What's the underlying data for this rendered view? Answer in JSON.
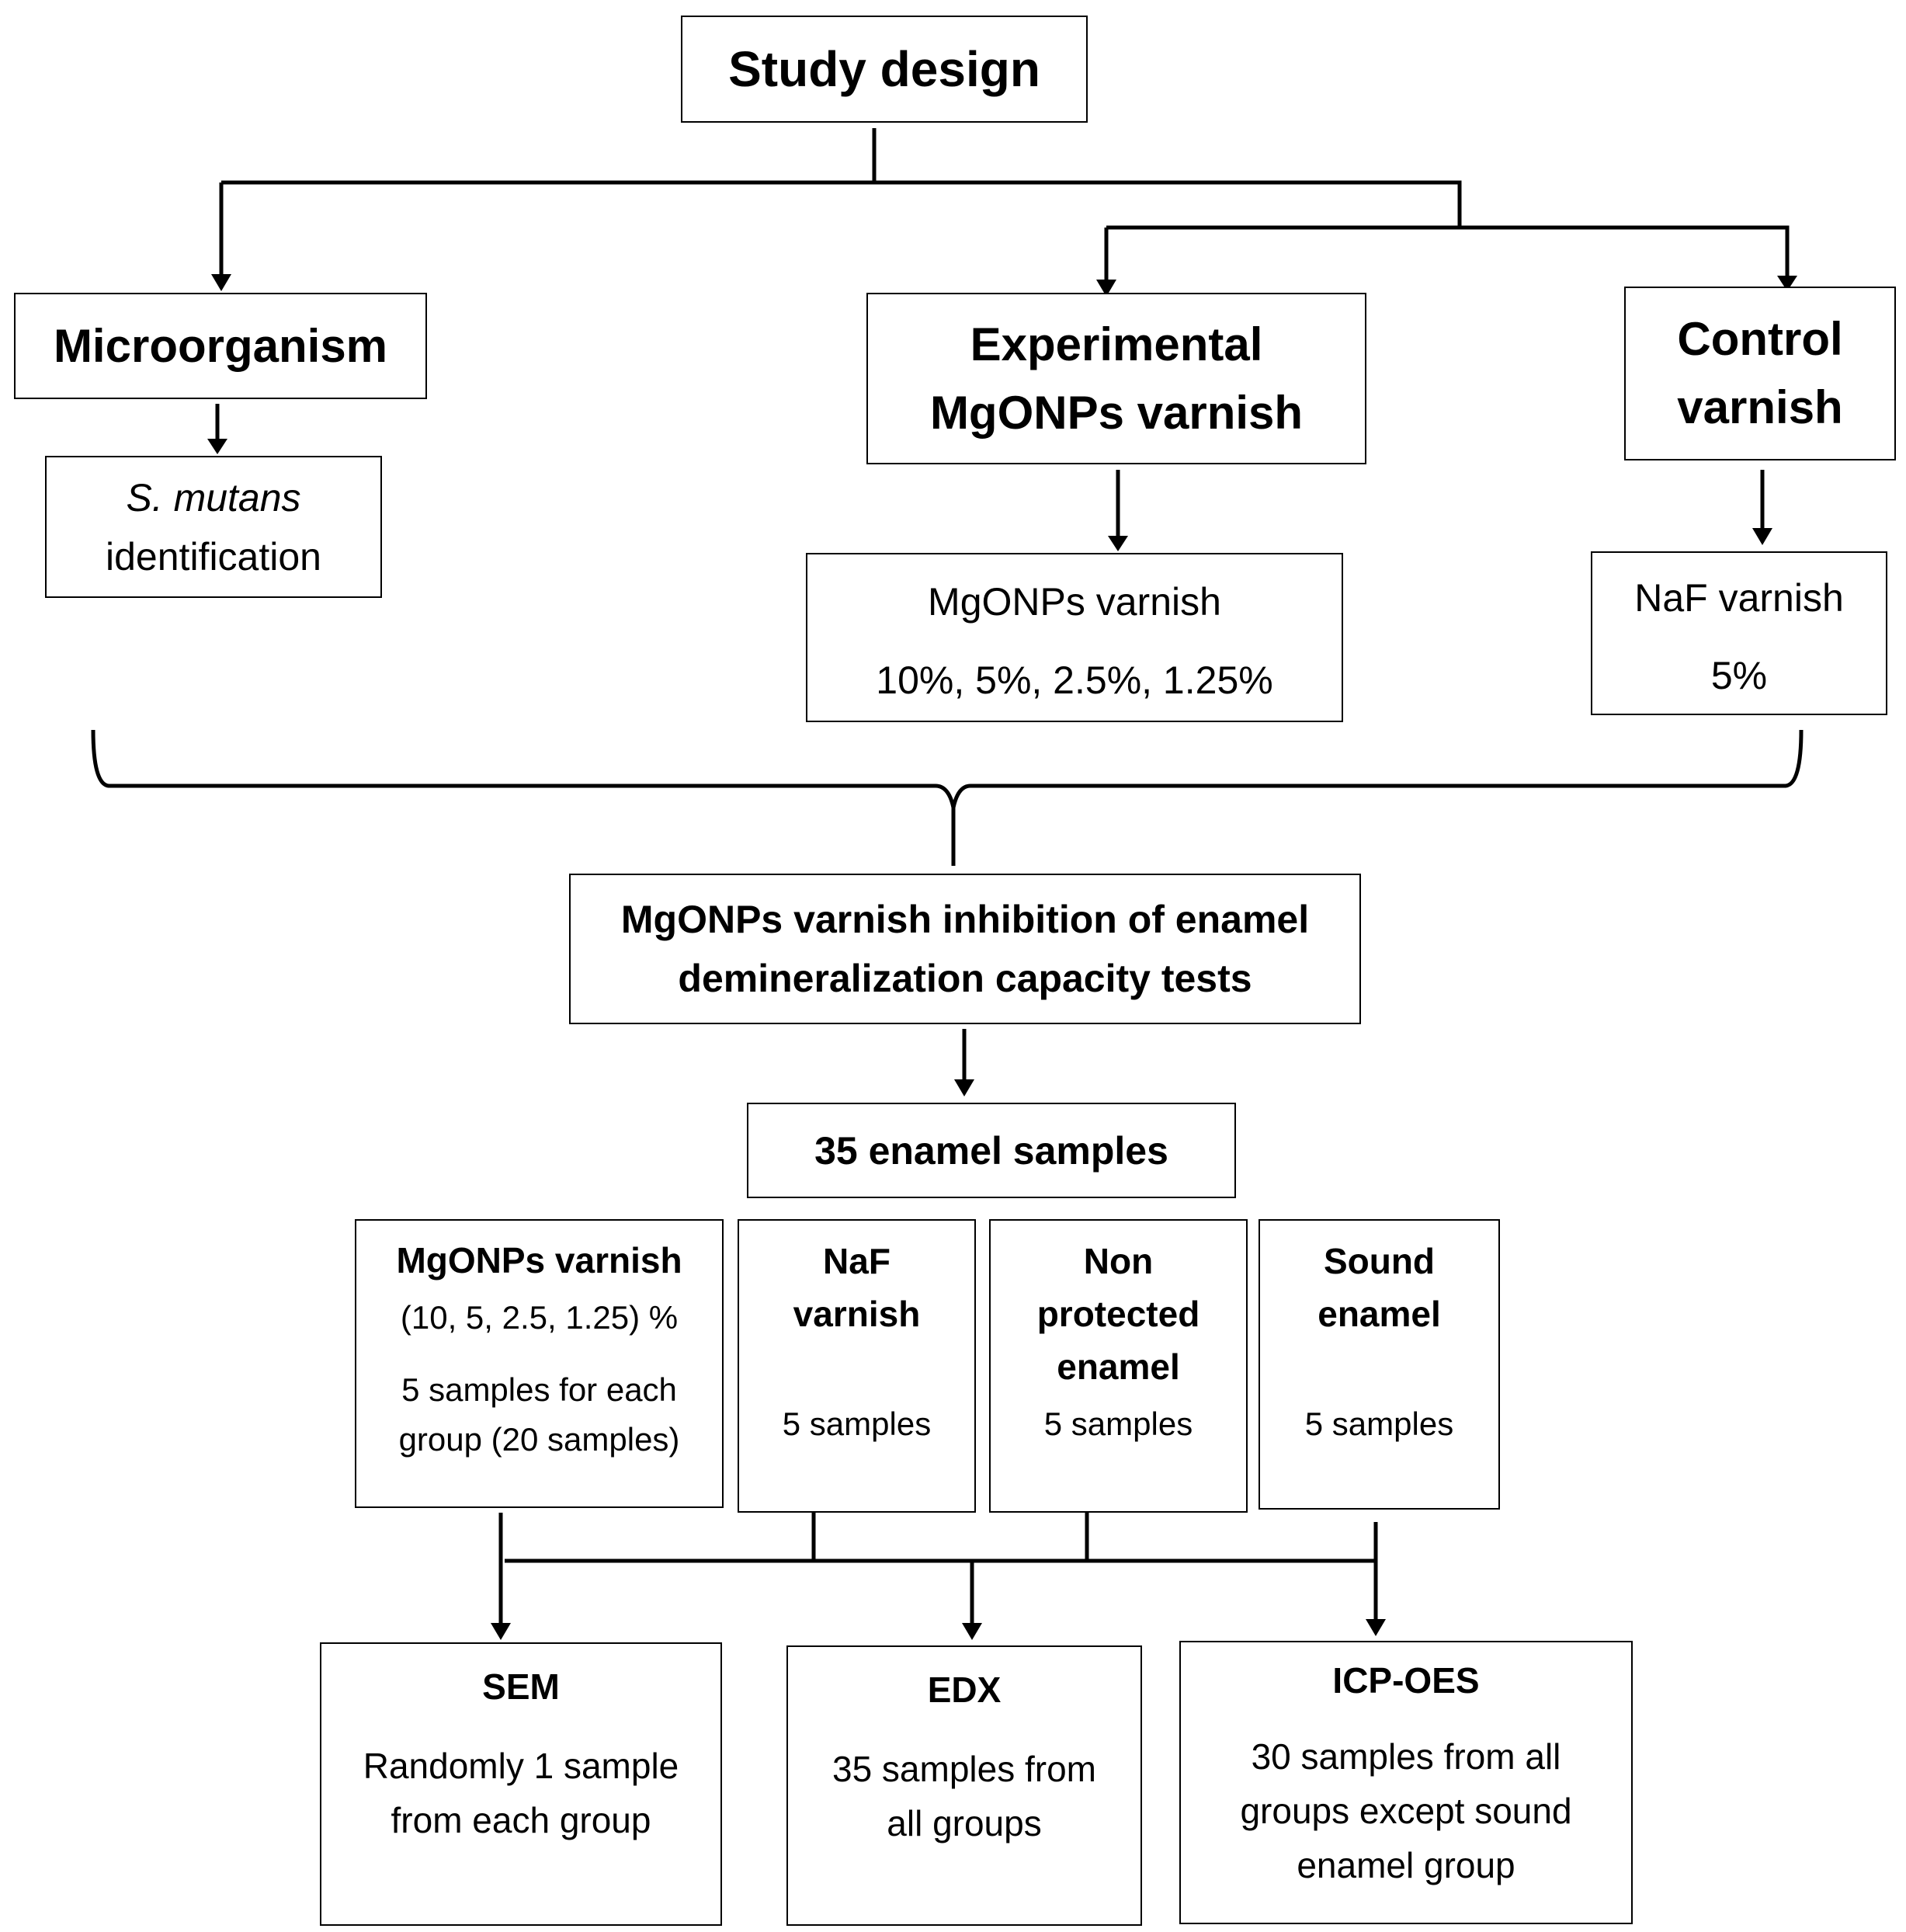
{
  "root": {
    "title": "Study design"
  },
  "micro": {
    "title": "Microorganism",
    "child_italic": "S. mutans",
    "child_text": "identification"
  },
  "experimental": {
    "title_line1": "Experimental",
    "title_line2": "MgONPs varnish",
    "child_line1": "MgONPs varnish",
    "child_line2": "10%, 5%, 2.5%, 1.25%"
  },
  "control": {
    "title_line1": "Control",
    "title_line2": "varnish",
    "child_line1": "NaF varnish",
    "child_line2": "5%"
  },
  "tests": {
    "line1": "MgONPs varnish inhibition of enamel",
    "line2": "demineralization capacity tests"
  },
  "samples": {
    "label": "35 enamel samples"
  },
  "groups": [
    {
      "title": "MgONPs varnish",
      "detail1": "(10, 5, 2.5, 1.25) %",
      "detail2": "5 samples for each",
      "detail3": "group (20 samples)"
    },
    {
      "title1": "NaF",
      "title2": "varnish",
      "count": "5 samples"
    },
    {
      "title1": "Non",
      "title2": "protected",
      "title3": "enamel",
      "count": "5 samples"
    },
    {
      "title1": "Sound",
      "title2": "enamel",
      "count": "5 samples"
    }
  ],
  "analyses": [
    {
      "title": "SEM",
      "line1": "Randomly 1 sample",
      "line2": "from each group"
    },
    {
      "title": "EDX",
      "line1": "35 samples from",
      "line2": "all groups"
    },
    {
      "title": "ICP-OES",
      "line1": "30 samples from all",
      "line2": "groups except sound",
      "line3": "enamel group"
    }
  ]
}
